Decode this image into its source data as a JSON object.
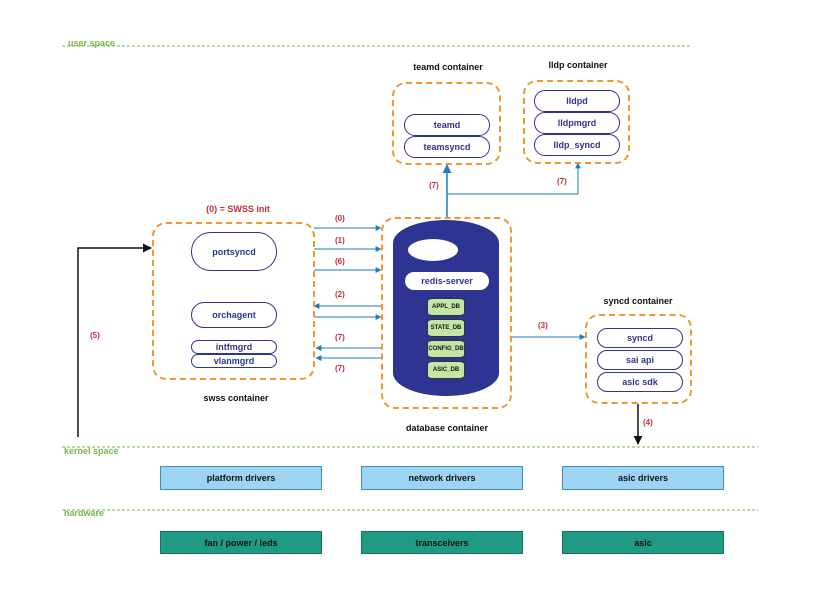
{
  "layers": {
    "user_space": "user space",
    "kernel_space": "kernel space",
    "hardware": "hardware"
  },
  "swss_init_note": "(0) = SWSS init",
  "teamd_container": {
    "title": "teamd container",
    "processes": [
      "teamd",
      "teamsyncd"
    ]
  },
  "lldp_container": {
    "title": "lldp container",
    "processes": [
      "lldpd",
      "lldpmgrd",
      "lldp_syncd"
    ]
  },
  "swss_container": {
    "title": "swss container",
    "processes": [
      "portsyncd",
      "orchagent",
      "intfmgrd",
      "vlanmgrd"
    ]
  },
  "database_container": {
    "title": "database container",
    "server": "redis-server",
    "databases": [
      "APPL_DB",
      "STATE_DB",
      "CONFIG_DB",
      "ASIC_DB"
    ]
  },
  "syncd_container": {
    "title": "syncd container",
    "processes": [
      "syncd",
      "sai api",
      "asic sdk"
    ]
  },
  "drivers": [
    "platform drivers",
    "network drivers",
    "asic drivers"
  ],
  "hardware_items": [
    "fan / power / leds",
    "transceivers",
    "asic"
  ],
  "steps": {
    "s0": "(0)",
    "s1": "(1)",
    "s6": "(6)",
    "s2": "(2)",
    "s7a": "(7)",
    "s7b": "(7)",
    "s7_teamd": "(7)",
    "s7_lldp": "(7)",
    "s3": "(3)",
    "s4": "(4)",
    "s5": "(5)"
  },
  "colors": {
    "container_border": "#f0962b",
    "process_border": "#2d3491",
    "database_body": "#2d3491",
    "db_cylinder": "#c3e6a6",
    "arrow_blue": "#1a7fbf",
    "arrow_black": "#111111",
    "step_label": "#c0303a",
    "layer_line": "#77b74a",
    "driver_fill": "#9dd3f3",
    "hardware_fill": "#1e9b82"
  }
}
